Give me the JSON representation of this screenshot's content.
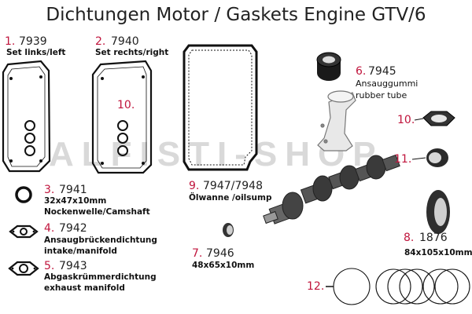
{
  "title": "Dichtungen Motor / Gaskets Engine GTV/6",
  "watermark": "ALFISTI-SHOP",
  "items": [
    {
      "num": "1.",
      "code": "7939",
      "desc": "Set links/left"
    },
    {
      "num": "2.",
      "code": "7940",
      "desc": "Set rechts/right"
    },
    {
      "num": "3.",
      "code": "7941",
      "size": "32x47x10mm",
      "desc": "Nockenwelle/Camshaft"
    },
    {
      "num": "4.",
      "code": "7942",
      "desc": "Ansaugbrückendichtung",
      "desc2": "intake/manifold"
    },
    {
      "num": "5.",
      "code": "7943",
      "desc": "Abgaskrümmerdichtung",
      "desc2": "exhaust manifold"
    },
    {
      "num": "6.",
      "code": "7945",
      "desc": "Ansauggummi",
      "desc2": "rubber tube"
    },
    {
      "num": "7.",
      "code": "7946",
      "size": "48x65x10mm"
    },
    {
      "num": "8.",
      "code": "1876",
      "size": "84x105x10mm"
    },
    {
      "num": "9.",
      "code": "7947/7948",
      "desc": "Ölwanne /oilsump"
    },
    {
      "num": "10.",
      "callout": "10."
    },
    {
      "num": "11."
    },
    {
      "num": "12."
    }
  ]
}
